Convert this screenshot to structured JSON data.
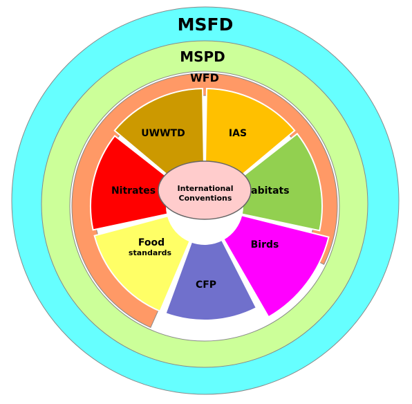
{
  "rings": {
    "outer": {
      "label": "MSFD",
      "color": "#66ffff"
    },
    "middle": {
      "label": "MSPD",
      "color": "#ccff99"
    },
    "inner": {
      "label": "WFD",
      "color": "#ff9966"
    }
  },
  "segments": [
    {
      "id": "uwwtd",
      "label": "UWWTD",
      "color": "#cc9900"
    },
    {
      "id": "ias",
      "label": "IAS",
      "color": "#ffc000"
    },
    {
      "id": "habitats",
      "label": "Habitats",
      "color": "#92d050"
    },
    {
      "id": "birds",
      "label": "Birds",
      "color": "#ff00ff"
    },
    {
      "id": "cfp",
      "label": "CFP",
      "color": "#7070cc"
    },
    {
      "id": "food",
      "label": "Food",
      "sublabel": "standards",
      "color": "#ffff66"
    },
    {
      "id": "nitrates",
      "label": "Nitrates",
      "color": "#ff0000"
    }
  ],
  "center": {
    "line1": "International",
    "line2": "Conventions",
    "color": "#ffcccc"
  }
}
